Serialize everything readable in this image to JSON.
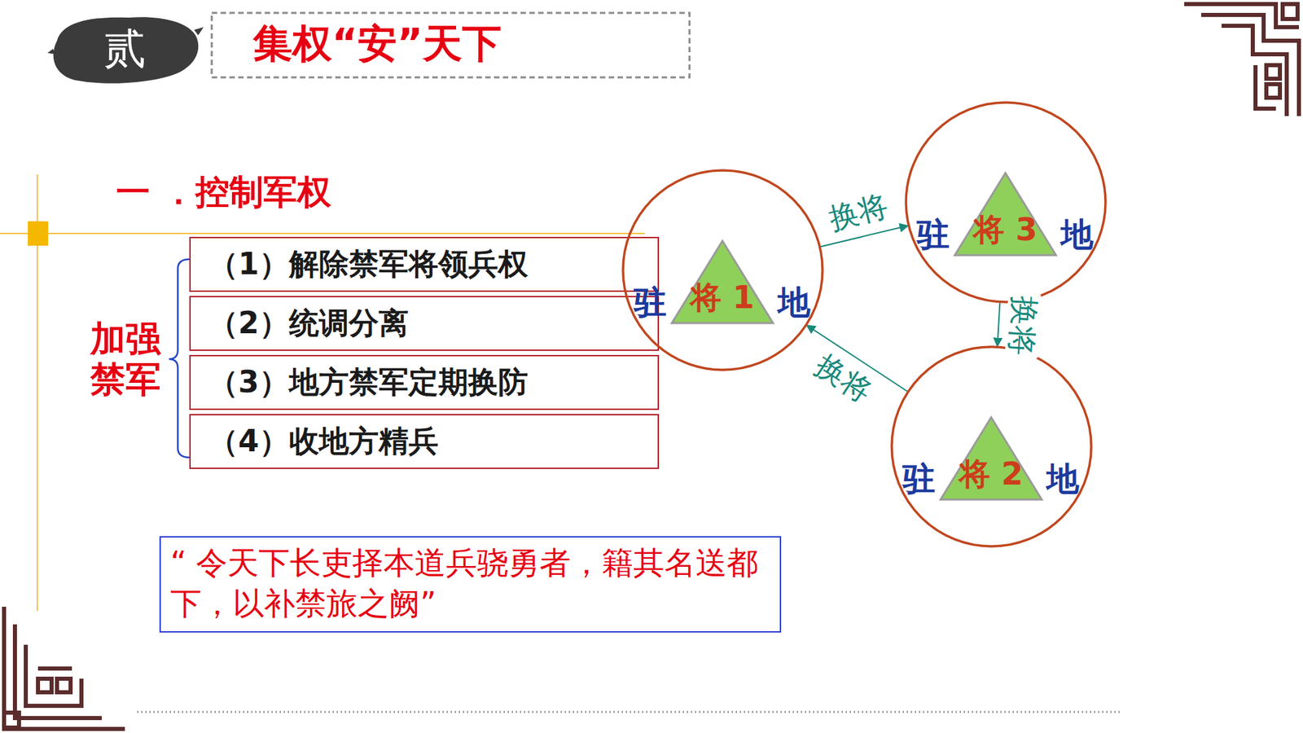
{
  "diagram": {
    "title": "集权“安”天下",
    "nodes": [
      {
        "text": [
          "（1）解除禁军将领兵权"
        ]
      },
      {
        "text": [
          "（2）统调分离"
        ]
      },
      {
        "text": [
          "（3）地方禁军定期换防"
        ]
      },
      {
        "text": [
          "（4）收地方精兵"
        ]
      },
      {
        "text": [
          "“ 令天下长吏择本道兵骁勇者，籍其名送都下，以补禁旅之阙”"
        ]
      },
      {
        "text": [
          "驻",
          "地"
        ]
      },
      {
        "text": [
          "将 1"
        ],
        "in": 5
      },
      {
        "text": [
          "驻",
          "地"
        ]
      },
      {
        "text": [
          "将 3"
        ],
        "in": 7
      },
      {
        "text": [
          "驻",
          "地"
        ]
      },
      {
        "text": [
          "将 2"
        ],
        "in": 9
      }
    ],
    "edges": [
      {
        "from": 5,
        "to": 7,
        "arrow": "to",
        "label": "换将"
      },
      {
        "from": 7,
        "to": 9,
        "arrow": "to",
        "label": "换将"
      },
      {
        "from": 9,
        "to": 5,
        "arrow": "to",
        "label": "换将"
      }
    ],
    "labels": [
      "贰",
      "一 ．控制军权",
      "加强禁军"
    ]
  }
}
